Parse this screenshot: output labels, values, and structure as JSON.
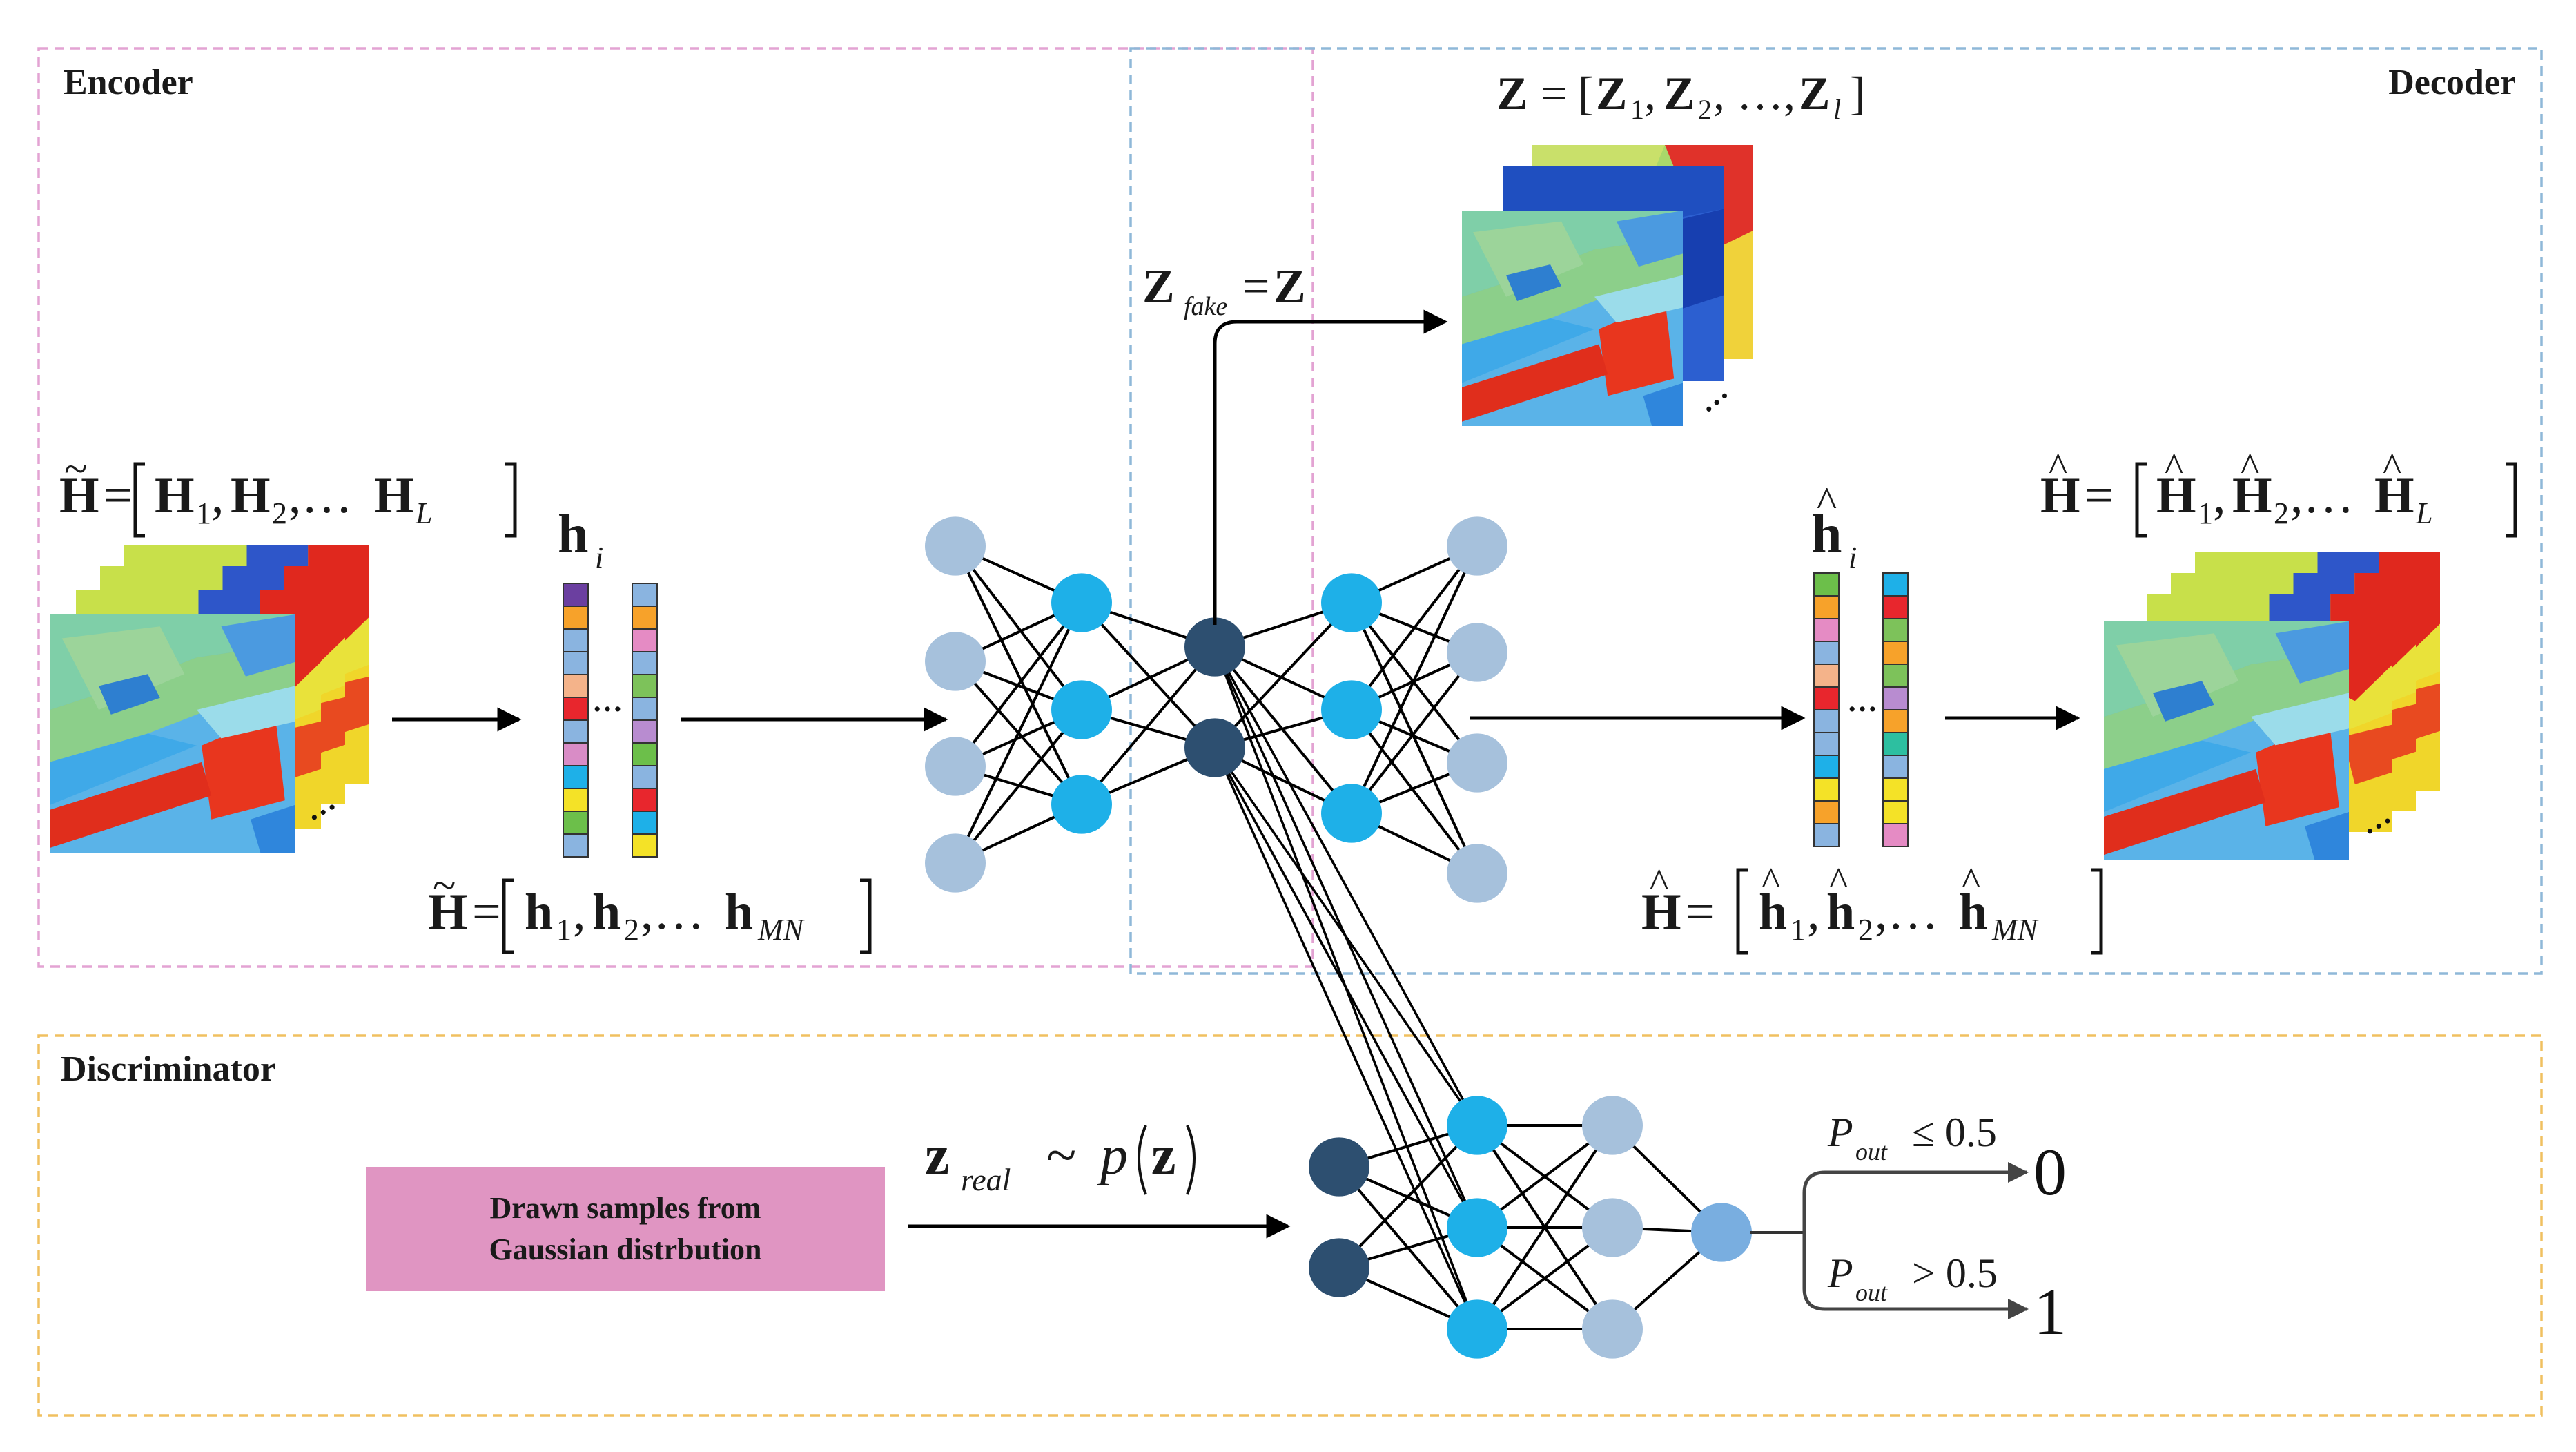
{
  "sections": {
    "encoder": "Encoder",
    "decoder": "Decoder",
    "discriminator": "Discriminator"
  },
  "gaussian_box": {
    "line1": "Drawn samples from",
    "line2": "Gaussian distrbution",
    "color": "#e095c2"
  },
  "formulas": {
    "H_tilde_bands": "H̃=[H1,H2,…HL]",
    "h_i": "hi",
    "H_tilde_pixels": "H̃=[h1,h2,…hMN]",
    "Z_fake": "Zfake=Z",
    "Z_list": "Z=[Z1,Z2,…,Zl]",
    "H_hat_bands": "Ĥ=[Ĥ1,Ĥ2,…ĤL]",
    "h_hat_i": "ĥi",
    "H_hat_pixels": "Ĥ=[ĥ1,ĥ2,…ĥMN]",
    "z_real": "zreal ~ p(z)",
    "p_out_le": "Pout ≤ 0.5",
    "p_out_gt": "Pout > 0.5"
  },
  "outputs": {
    "zero": "0",
    "one": "1"
  },
  "ellipsis": "…",
  "colors": {
    "encoder_border": "#e3a3d3",
    "decoder_border": "#8fb8d8",
    "discriminator_border": "#f0c060",
    "node_light": "#a6c1dc",
    "node_cyan": "#1eb0e8",
    "node_dark": "#2d4f70",
    "node_out": "#79aee0"
  },
  "feature_vectors": {
    "h_i_col1": [
      "#6b3fa0",
      "#f7a22a",
      "#8ab4e0",
      "#8ab4e0",
      "#f4b38a",
      "#e8262d",
      "#8ab4e0",
      "#d98cc6",
      "#1eb0e8",
      "#f4e227",
      "#6cbf4a",
      "#8ab4e0"
    ],
    "h_i_col2": [
      "#8ab4e0",
      "#f7a22a",
      "#e58bc4",
      "#8ab4e0",
      "#7dc25a",
      "#8ab4e0",
      "#b88cd0",
      "#6cbf4a",
      "#8ab4e0",
      "#e8262d",
      "#1eb0e8",
      "#f4e227"
    ],
    "h_hat_col1": [
      "#6cbf4a",
      "#f7a22a",
      "#e58bc4",
      "#8ab4e0",
      "#f4b38a",
      "#e8262d",
      "#8ab4e0",
      "#8ab4e0",
      "#1eb0e8",
      "#f4e227",
      "#f7a22a",
      "#8ab4e0"
    ],
    "h_hat_col2": [
      "#1eb0e8",
      "#e8262d",
      "#7dc25a",
      "#f7a22a",
      "#7dc25a",
      "#b88cd0",
      "#f7a22a",
      "#2dbfa0",
      "#8ab4e0",
      "#f4e227",
      "#f4e227",
      "#e58bc4"
    ]
  }
}
